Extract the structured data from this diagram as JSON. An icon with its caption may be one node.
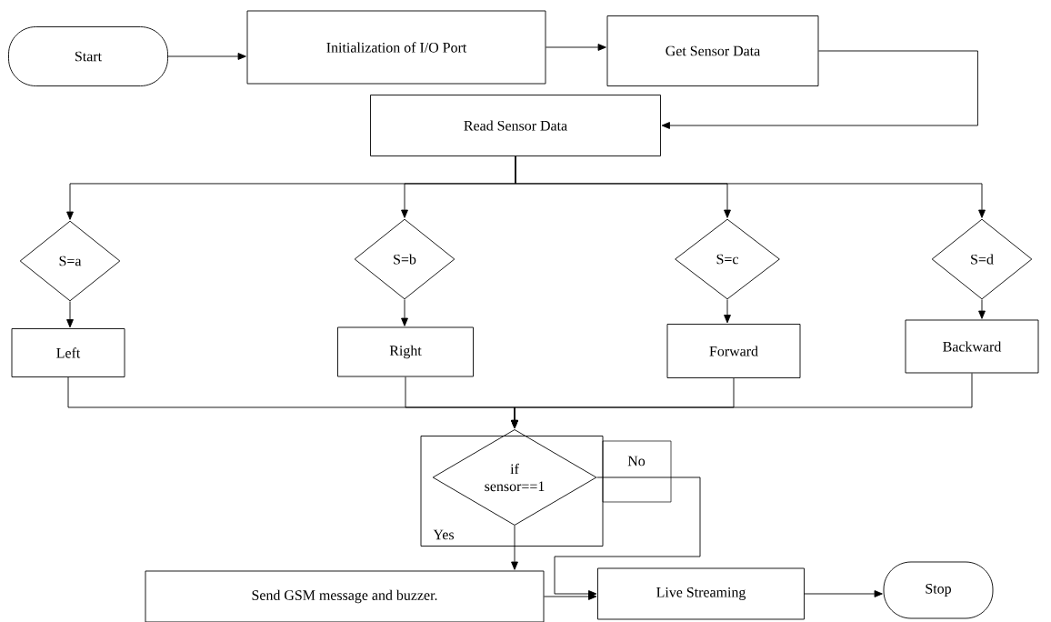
{
  "diagram": {
    "nodes": [
      {
        "text": [
          "Start"
        ]
      },
      {
        "text": [
          "Initialization of I/O Port"
        ]
      },
      {
        "text": [
          "Get Sensor Data"
        ]
      },
      {
        "text": [
          "Read Sensor Data"
        ]
      },
      {
        "text": [
          "S=a"
        ]
      },
      {
        "text": [
          "S=b"
        ]
      },
      {
        "text": [
          "S=c"
        ]
      },
      {
        "text": [
          "S=d"
        ]
      },
      {
        "text": [
          "Left"
        ]
      },
      {
        "text": [
          "Right"
        ]
      },
      {
        "text": [
          "Forward"
        ]
      },
      {
        "text": [
          "Backward"
        ]
      },
      {
        "text": [],
        "shape": "box"
      },
      {
        "text": [
          "if sensor==1"
        ],
        "in": 12
      },
      {
        "text": [
          "Send GSM message and buzzer."
        ]
      },
      {
        "text": [
          "Live Streaming"
        ]
      },
      {
        "text": [
          "Stop"
        ]
      }
    ],
    "edges": [
      {
        "from": 0,
        "to": 1,
        "arrow": "to"
      },
      {
        "from": 1,
        "to": 2,
        "arrow": "to"
      },
      {
        "from": 2,
        "to": 3,
        "arrow": "to"
      },
      {
        "from": 3,
        "to": 4,
        "arrow": "to"
      },
      {
        "from": 3,
        "to": 5,
        "arrow": "to"
      },
      {
        "from": 3,
        "to": 6,
        "arrow": "to"
      },
      {
        "from": 3,
        "to": 7,
        "arrow": "to"
      },
      {
        "from": 4,
        "to": 8,
        "arrow": "to"
      },
      {
        "from": 5,
        "to": 9,
        "arrow": "to"
      },
      {
        "from": 6,
        "to": 10,
        "arrow": "to"
      },
      {
        "from": 7,
        "to": 11,
        "arrow": "to"
      },
      {
        "from": 8,
        "to": 13,
        "arrow": "to"
      },
      {
        "from": 9,
        "to": 13,
        "arrow": "to"
      },
      {
        "from": 10,
        "to": 13,
        "arrow": "to"
      },
      {
        "from": 11,
        "to": 13,
        "arrow": "to"
      },
      {
        "from": 13,
        "to": 14,
        "arrow": "to",
        "label": "Yes"
      },
      {
        "from": 13,
        "to": 15,
        "arrow": "to",
        "label": "No"
      },
      {
        "from": 14,
        "to": 15,
        "arrow": "to"
      },
      {
        "from": 15,
        "to": 16,
        "arrow": "to"
      }
    ]
  }
}
